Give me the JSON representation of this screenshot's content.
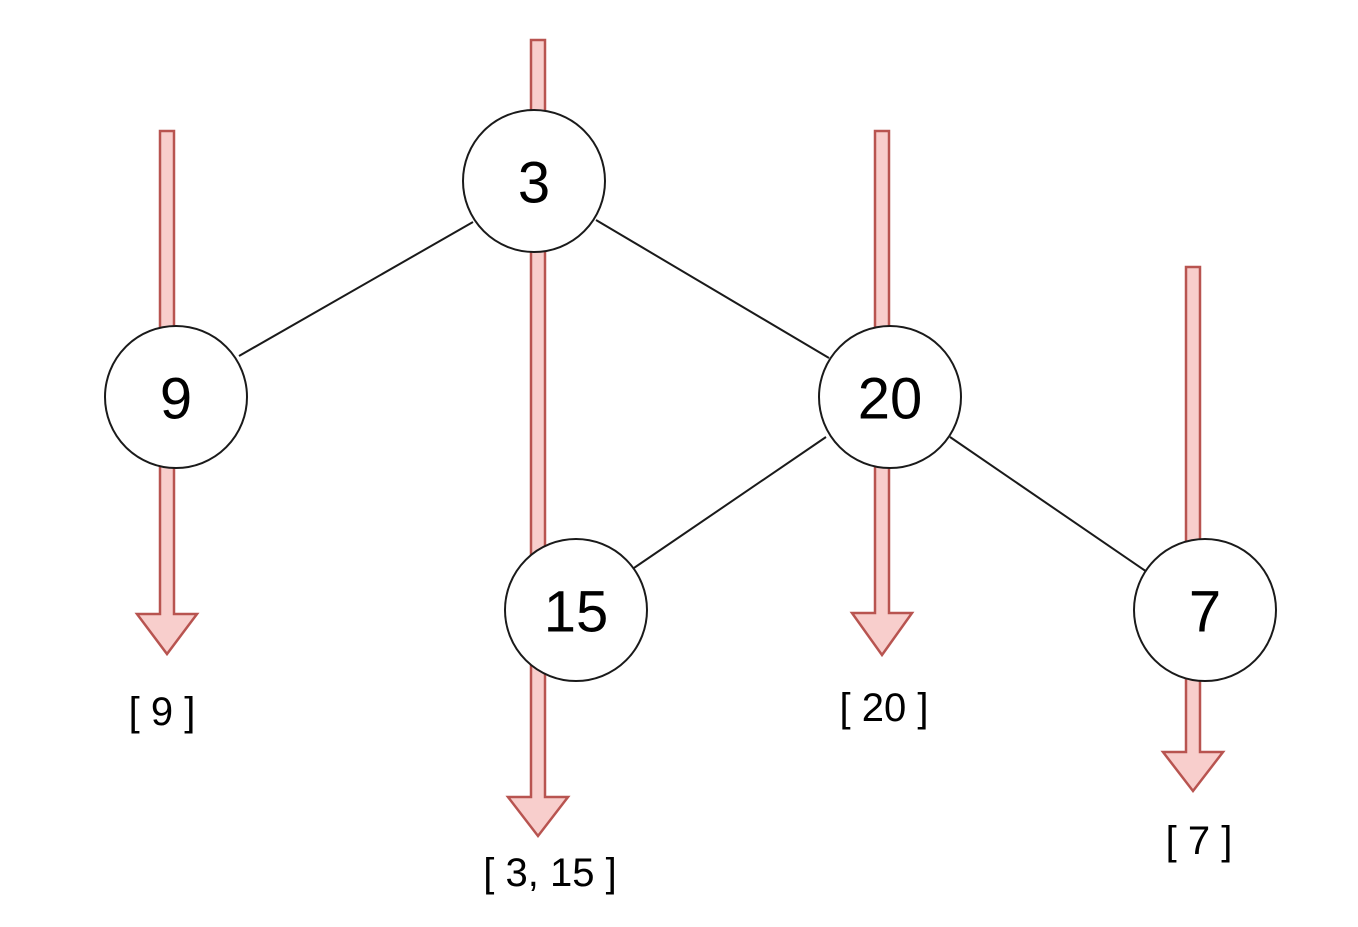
{
  "colors": {
    "arrow_fill": "#f8cecc",
    "arrow_stroke": "#b85450",
    "node_stroke": "#1a1a1a",
    "background": "#ffffff"
  },
  "tree": {
    "nodes": [
      {
        "id": "n3",
        "label": "3"
      },
      {
        "id": "n9",
        "label": "9"
      },
      {
        "id": "n20",
        "label": "20"
      },
      {
        "id": "n15",
        "label": "15"
      },
      {
        "id": "n7",
        "label": "7"
      }
    ],
    "edges": [
      {
        "from": "n3",
        "to": "n9"
      },
      {
        "from": "n3",
        "to": "n20"
      },
      {
        "from": "n20",
        "to": "n15"
      },
      {
        "from": "n20",
        "to": "n7"
      }
    ]
  },
  "columns": [
    {
      "id": "col-9",
      "label": "[ 9 ]"
    },
    {
      "id": "col-3-15",
      "label": "[ 3, 15 ]"
    },
    {
      "id": "col-20",
      "label": "[ 20 ]"
    },
    {
      "id": "col-7",
      "label": "[ 7 ]"
    }
  ]
}
